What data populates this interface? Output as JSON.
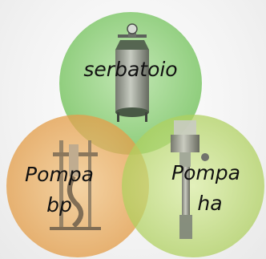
{
  "venn": {
    "circles": [
      {
        "id": "top",
        "label_lines": [
          "serbatoio"
        ],
        "color": "#7fc96a",
        "icon": "pressure-tank-icon"
      },
      {
        "id": "left",
        "label_lines": [
          "Pompa",
          "bp"
        ],
        "color": "#e8a24a",
        "icon": "low-pressure-pump-icon"
      },
      {
        "id": "right",
        "label_lines": [
          "Pompa",
          "ha"
        ],
        "color": "#b3d45e",
        "icon": "high-pressure-pump-icon"
      }
    ],
    "background": "#f2f2f2"
  }
}
